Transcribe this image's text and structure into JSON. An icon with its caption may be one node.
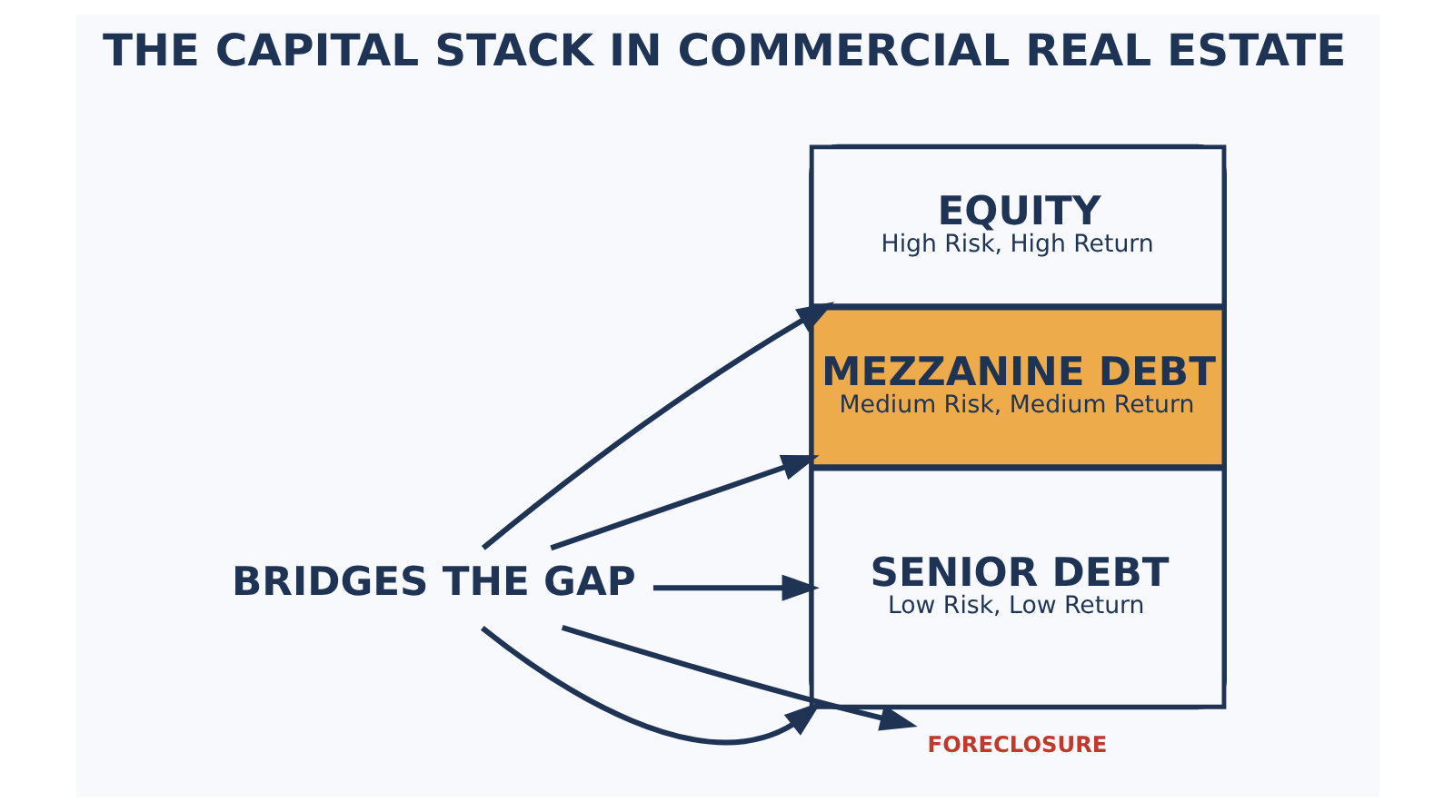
{
  "diagram": {
    "title": "THE CAPITAL STACK IN COMMERCIAL REAL ESTATE",
    "nodes": [
      {
        "text": [],
        "shape": "box"
      },
      {
        "text": [
          "EQUITY",
          "High Risk, High Return"
        ],
        "in": 0
      },
      {
        "text": [
          "MEZZANINE DEBT",
          "Medium Risk, Medium Return"
        ],
        "in": 0
      },
      {
        "text": [
          "SENIOR DEBT",
          "Low Risk, Low Return"
        ],
        "in": 0
      },
      {
        "text": [
          "BRIDGES THE GAP"
        ]
      },
      {
        "text": [
          "FORECLOSURE"
        ]
      }
    ],
    "edges": [
      {
        "from": 4,
        "to": 1,
        "arrow": "to"
      },
      {
        "from": 4,
        "to": 2,
        "arrow": "to"
      },
      {
        "from": 4,
        "to": 3,
        "arrow": "to"
      },
      {
        "from": 4,
        "to": 3,
        "arrow": "to"
      },
      {
        "from": 4,
        "to": 5,
        "arrow": "to"
      }
    ]
  }
}
